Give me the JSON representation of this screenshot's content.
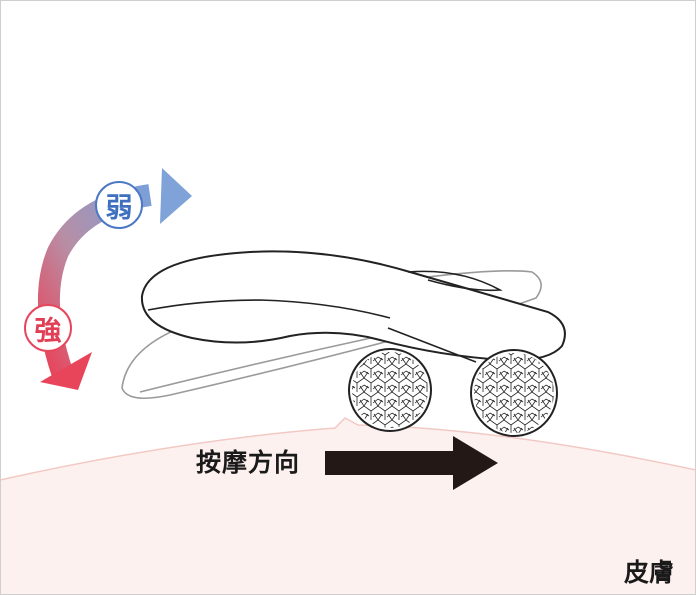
{
  "labels": {
    "weak": "弱",
    "strong": "強",
    "direction": "按摩方向",
    "skin": "皮膚"
  },
  "colors": {
    "weak": "#4b79c5",
    "strong": "#e5485c",
    "skin_fill": "#fdf1ef",
    "skin_line": "#f2c9c4",
    "arrow": "#231815"
  }
}
